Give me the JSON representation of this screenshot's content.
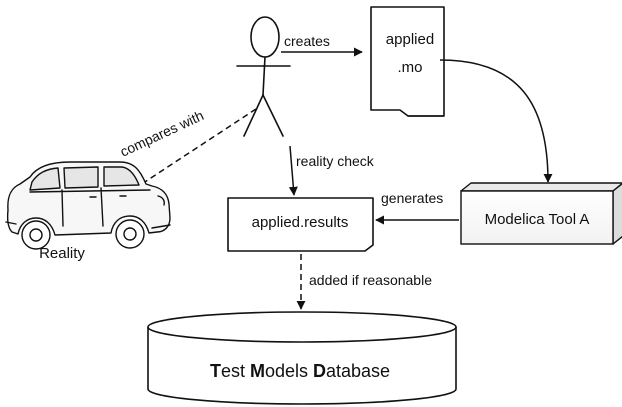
{
  "nodes": {
    "applied_mo": {
      "line1": "applied",
      "line2": ".mo"
    },
    "results": {
      "label": "applied.results"
    },
    "tool": {
      "label": "Modelica Tool A"
    },
    "reality": {
      "label": "Reality"
    },
    "database": {
      "parts": [
        {
          "text": "T",
          "bold": true
        },
        {
          "text": "est ",
          "bold": false
        },
        {
          "text": "M",
          "bold": true
        },
        {
          "text": "odels ",
          "bold": false
        },
        {
          "text": "D",
          "bold": true
        },
        {
          "text": "atabase",
          "bold": false
        }
      ]
    }
  },
  "edges": {
    "creates": "creates",
    "compares_with": "compares with",
    "reality_check": "reality check",
    "generates": "generates",
    "added_if_reasonable": "added if reasonable"
  }
}
